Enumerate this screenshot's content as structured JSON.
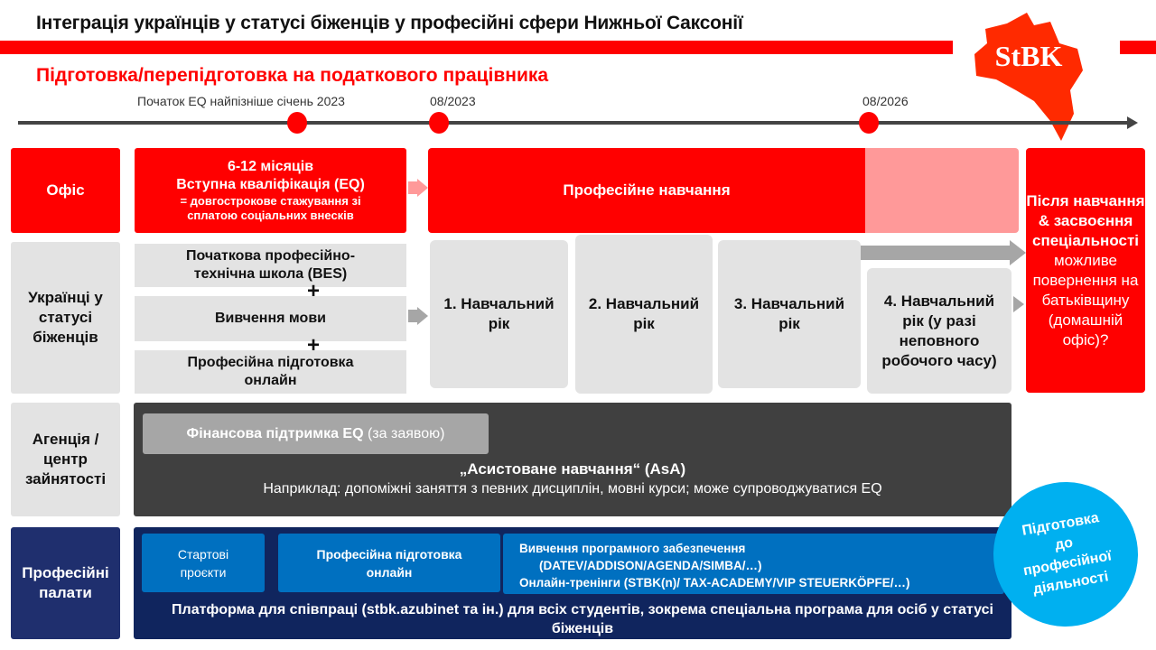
{
  "header": {
    "title": "Інтеграція українців у статусі біженців у професійні сфери Нижньої Саксонії",
    "subtitle": "Підготовка/перепідготовка на податкового працівника",
    "logo_text": "StBK"
  },
  "timeline": {
    "labels": [
      "Початок EQ найпізніше січень 2023",
      "08/2023",
      "08/2026"
    ]
  },
  "rows": {
    "office": "Офіс",
    "refugees": "Українці у статусі біженців",
    "agency": "Агенція /центр зайнятості",
    "chambers": "Професійні палати"
  },
  "eq": {
    "line1": "6-12 місяців",
    "line2": "Вступна кваліфікація  (EQ)",
    "line3": "= довгострокове стажування зі сплатою соціальних внесків"
  },
  "training": "Професійне навчання",
  "after": "Після навчання & засвоєння спеціальності можливе повернення на батьківщину (домашній офіс)?",
  "after_bold": "Після навчання & засвоєння спеціальності",
  "after_rest": "можливе повернення на батьківщину (домашній офіс)?",
  "prep": [
    "Початкова професійно-технічна школа  (BES)",
    "Вивчення мови",
    "Професійна підготовка онлайн"
  ],
  "plus": "+",
  "years": [
    "1. Навчальний рік",
    "2. Навчальний рік",
    "3. Навчальний рік",
    "4. Навчальний рік (у разі неповного робочого часу)"
  ],
  "agency": {
    "support_bold": "Фінансова підтримка EQ",
    "support_rest": " (за заявою)",
    "asa": "„Асистоване навчання“ (AsA)",
    "example": "Наприклад:  допоміжні заняття з певних дисциплін, мовні курси; може супроводжуватися EQ"
  },
  "chambers": {
    "start": "Стартові проєкти",
    "online": "Професійна підготовка онлайн",
    "software1": "Вивчення програмного забезпечення",
    "software2": "(DATEV/ADDISON/AGENDA/SIMBA/…)",
    "software3": "Онлайн-тренінги (STBK(n)/ TAX-ACADEMY/VIP STEUERKÖPFE/…)",
    "platform": "Платформа для співпраці (stbk.azubinet та ін.) для всіх студентів, зокрема спеціальна програма для осіб у статусі біженців"
  },
  "circle": "Підготовка до професійної діяльності",
  "colors": {
    "red": "#ff0000",
    "pink": "#ff9999",
    "dark": "#404040",
    "navy": "#10255e",
    "blue": "#0070c0",
    "cyan": "#00b0f0"
  }
}
